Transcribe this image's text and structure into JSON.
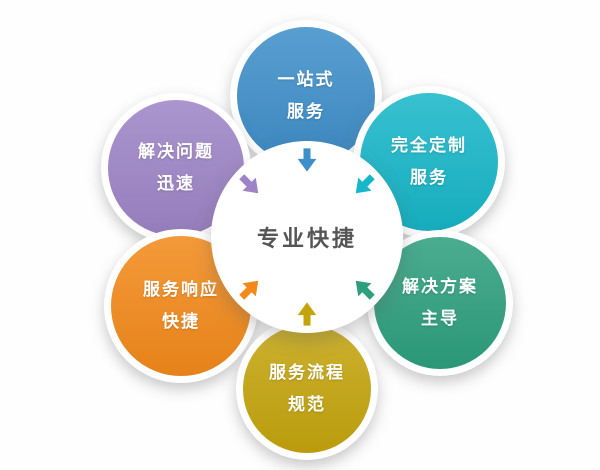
{
  "diagram": {
    "center": {
      "label": "专业快捷",
      "bg_color": "#ffffff",
      "text_color": "#555555"
    },
    "nodes": [
      {
        "id": "one-stop",
        "position": "top",
        "lines": [
          "一站式",
          "服务"
        ],
        "color": "#3e8ec9"
      },
      {
        "id": "solve-fast",
        "position": "top-left",
        "lines": [
          "解决问题",
          "迅速"
        ],
        "color": "#9d84c6"
      },
      {
        "id": "full-custom",
        "position": "top-right",
        "lines": [
          "完全定制",
          "服务"
        ],
        "color": "#17b6c8"
      },
      {
        "id": "quick-response",
        "position": "bottom-left",
        "lines": [
          "服务响应",
          "快捷"
        ],
        "color": "#f2891a"
      },
      {
        "id": "solution-led",
        "position": "bottom-right",
        "lines": [
          "解决方案",
          "主导"
        ],
        "color": "#2d9f7c"
      },
      {
        "id": "standard-flow",
        "position": "bottom",
        "lines": [
          "服务流程",
          "规范"
        ],
        "color": "#c4a40d"
      }
    ]
  }
}
